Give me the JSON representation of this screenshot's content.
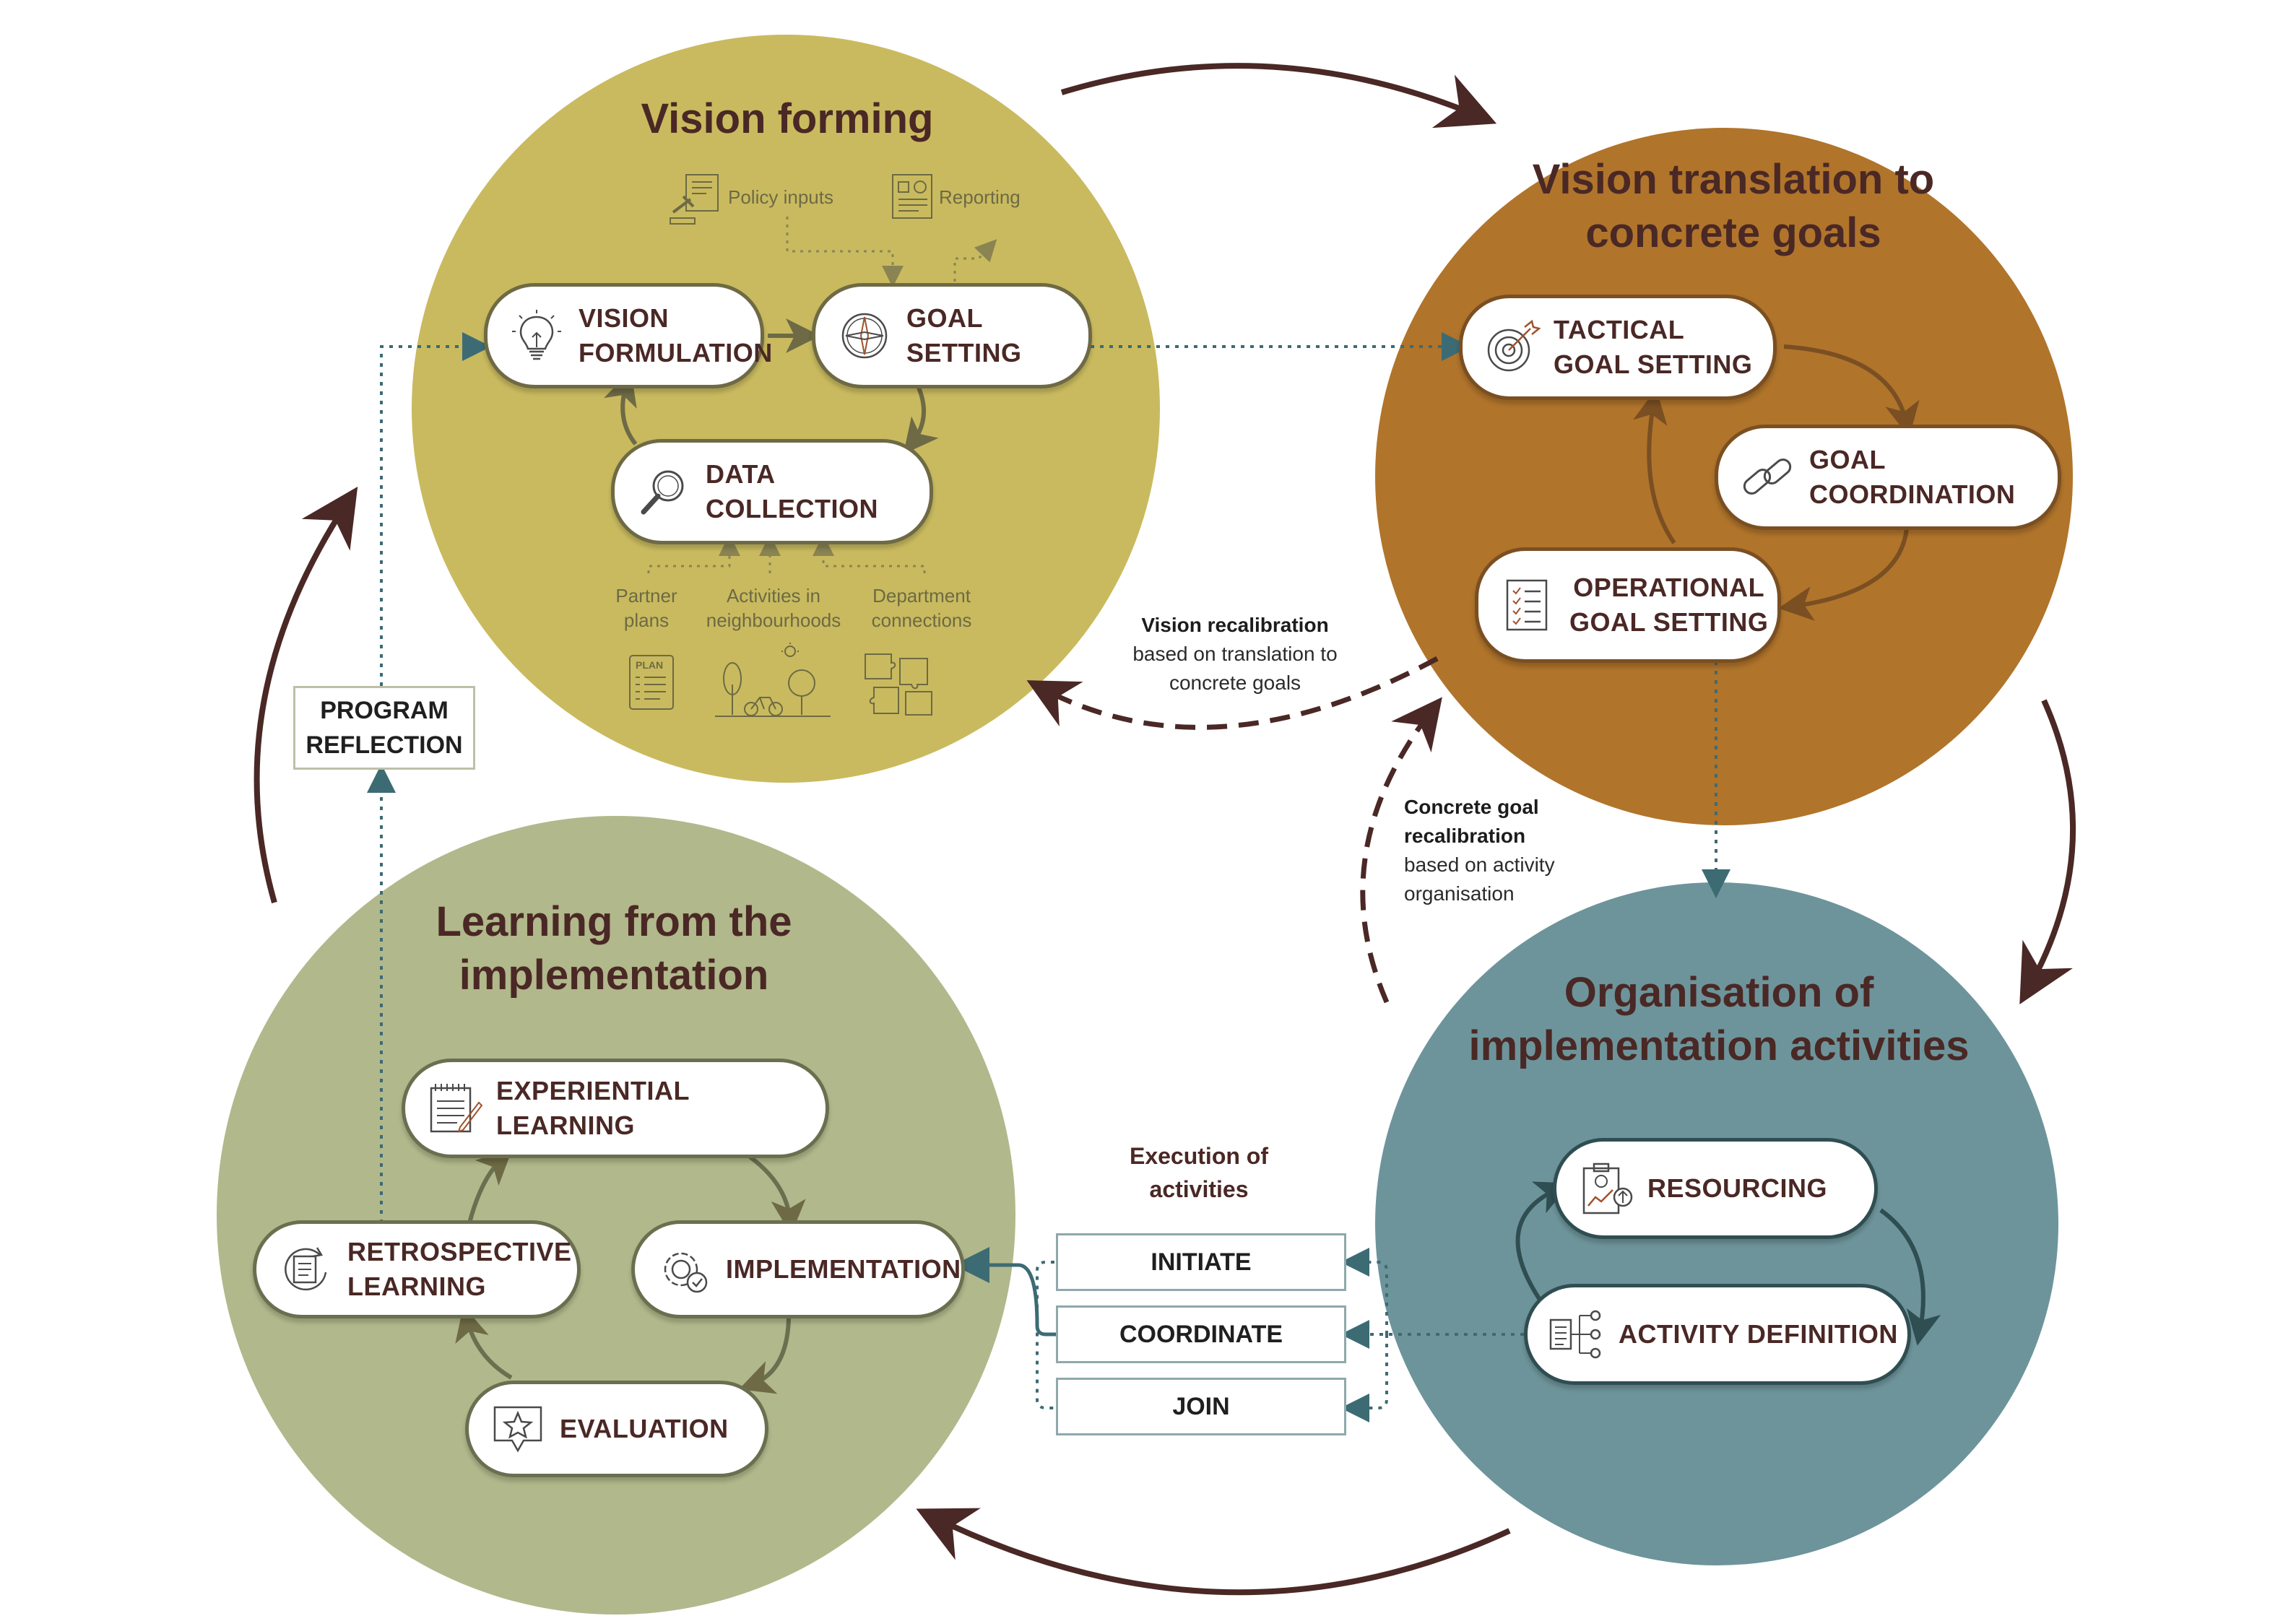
{
  "colors": {
    "vision": "#c9ba5f",
    "translation": "#b0742b",
    "learning": "#b1b88b",
    "organisation": "#6d949a",
    "arrow_main": "#4a2825",
    "dotted": "#3c6b74"
  },
  "vision_forming": {
    "title": "Vision forming",
    "vision_formulation": "VISION\nFORMULATION",
    "goal_setting": "GOAL SETTING",
    "data_collection": "DATA COLLECTION",
    "policy_inputs": "Policy inputs",
    "reporting": "Reporting",
    "partner_plans": "Partner\nplans",
    "activities_neighbourhoods": "Activities in\nneighbourhoods",
    "department_connections": "Department\nconnections",
    "plan_icon_text": "PLAN"
  },
  "translation": {
    "title_line1": "Vision translation to",
    "title_line2": "concrete goals",
    "tactical": "TACTICAL\nGOAL SETTING",
    "coordination": "GOAL COORDINATION",
    "operational": "OPERATIONAL\nGOAL SETTING"
  },
  "learning": {
    "title_line1": "Learning from the",
    "title_line2": "implementation",
    "experiential": "EXPERIENTIAL LEARNING",
    "implementation": "IMPLEMENTATION",
    "retrospective": "RETROSPECTIVE\nLEARNING",
    "evaluation": "EVALUATION"
  },
  "organisation": {
    "title_line1": "Organisation of",
    "title_line2": "implementation activities",
    "resourcing": "RESOURCING",
    "activity_definition": "ACTIVITY DEFINITION"
  },
  "program_reflection": "PROGRAM\nREFLECTION",
  "vision_recalibration": {
    "bold": "Vision recalibration",
    "line2": "based on translation to",
    "line3": "concrete goals"
  },
  "goal_recalibration": {
    "bold1": "Concrete goal",
    "bold2": "recalibration",
    "line3": "based on activity",
    "line4": "organisation"
  },
  "execution": {
    "title": "Execution of\nactivities",
    "initiate": "INITIATE",
    "coordinate": "COORDINATE",
    "join": "JOIN"
  }
}
